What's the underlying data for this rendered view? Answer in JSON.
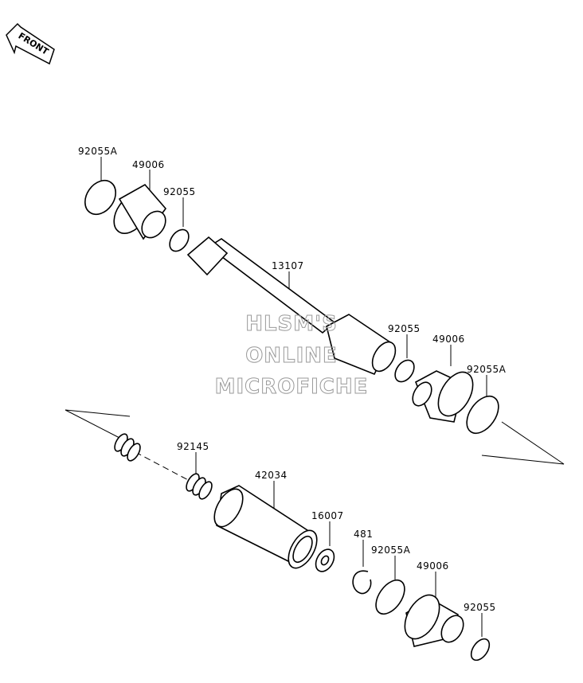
{
  "front_badge": {
    "label": "FRONT"
  },
  "watermark": {
    "lines": [
      "HLSM'S",
      "ONLINE",
      "MICROFICHE"
    ]
  },
  "parts": [
    {
      "id": "p1",
      "number": "92055A"
    },
    {
      "id": "p2",
      "number": "49006"
    },
    {
      "id": "p3",
      "number": "92055"
    },
    {
      "id": "p4",
      "number": "13107"
    },
    {
      "id": "p5",
      "number": "92055"
    },
    {
      "id": "p6",
      "number": "49006"
    },
    {
      "id": "p7",
      "number": "92055A"
    },
    {
      "id": "p8",
      "number": "92145"
    },
    {
      "id": "p9",
      "number": "42034"
    },
    {
      "id": "p10",
      "number": "16007"
    },
    {
      "id": "p11",
      "number": "481"
    },
    {
      "id": "p12",
      "number": "92055A"
    },
    {
      "id": "p13",
      "number": "49006"
    },
    {
      "id": "p14",
      "number": "92055"
    }
  ]
}
